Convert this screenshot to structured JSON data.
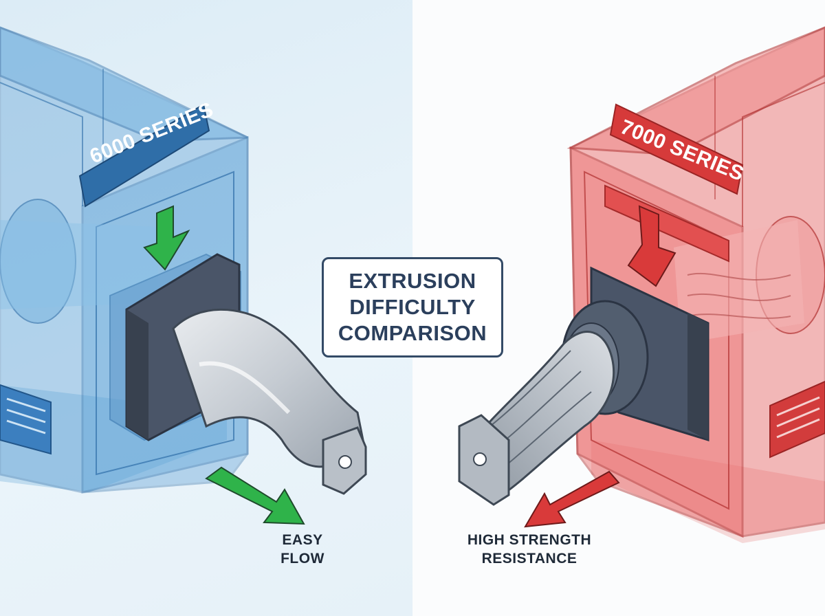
{
  "title": {
    "line1": "EXTRUSION",
    "line2": "DIFFICULTY",
    "line3": "COMPARISON"
  },
  "left_press": {
    "label": "6000 SERIES",
    "caption_line1": "EASY",
    "caption_line2": "FLOW",
    "color": "#3f86c4",
    "arrow_color": "#2fb34a"
  },
  "right_press": {
    "label": "7000 SERIES",
    "caption_line1": "HIGH STRENGTH",
    "caption_line2": "RESISTANCE",
    "color": "#e04a4a",
    "arrow_color": "#d93a3a"
  }
}
